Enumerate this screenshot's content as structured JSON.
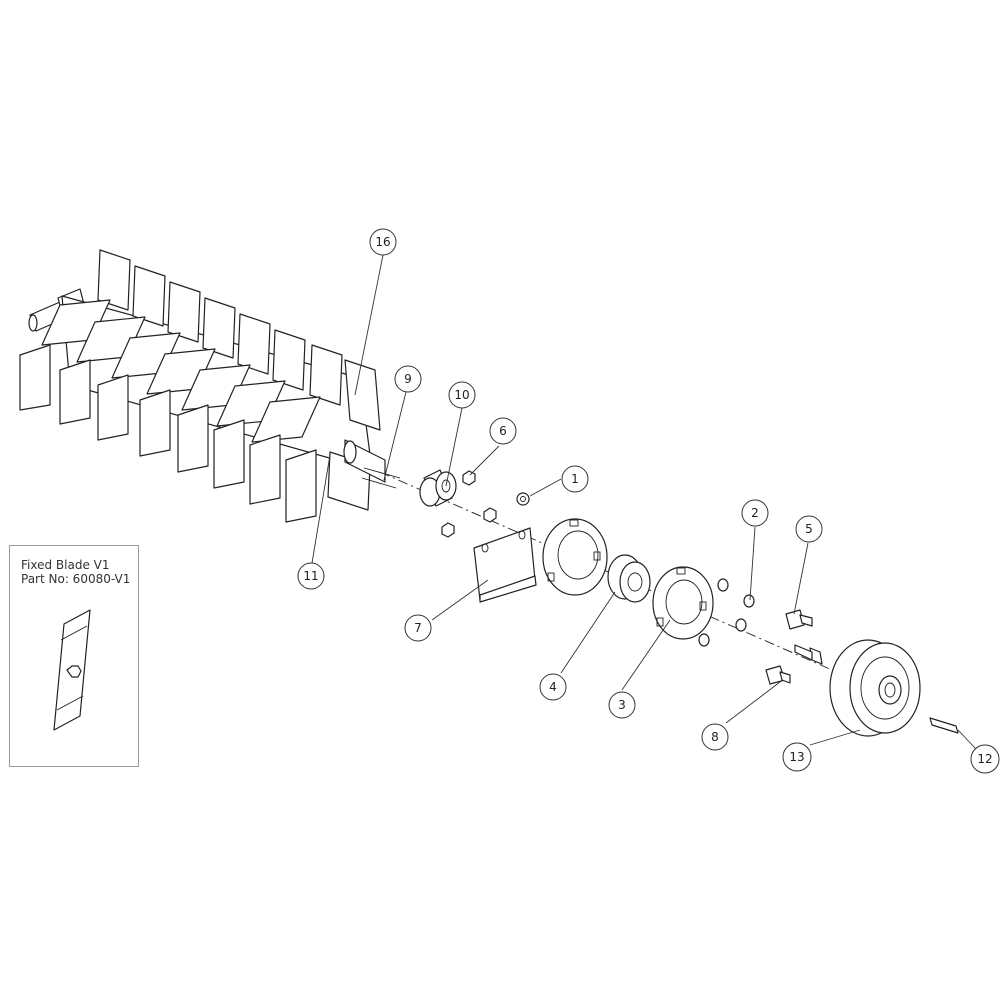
{
  "callouts": [
    {
      "id": "16",
      "label": "16"
    },
    {
      "id": "9",
      "label": "9"
    },
    {
      "id": "10",
      "label": "10"
    },
    {
      "id": "6",
      "label": "6"
    },
    {
      "id": "1",
      "label": "1"
    },
    {
      "id": "11",
      "label": "11"
    },
    {
      "id": "7",
      "label": "7"
    },
    {
      "id": "4",
      "label": "4"
    },
    {
      "id": "3",
      "label": "3"
    },
    {
      "id": "2",
      "label": "2"
    },
    {
      "id": "5",
      "label": "5"
    },
    {
      "id": "8",
      "label": "8"
    },
    {
      "id": "13",
      "label": "13"
    },
    {
      "id": "12",
      "label": "12"
    }
  ],
  "inset": {
    "title": "Fixed Blade V1",
    "part_no": "Part No: 60080-V1"
  }
}
